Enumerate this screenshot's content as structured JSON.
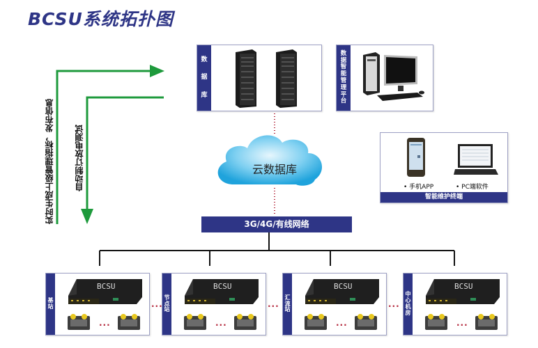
{
  "title": "BCSU系统拓扑图",
  "arrows": {
    "upload_label": "实时生成上级管理指标，发布信息",
    "download_label": "自动制订放电测试",
    "color": "#1e9a3c"
  },
  "top": {
    "database": {
      "label_chars": [
        "数",
        "据",
        "库"
      ]
    },
    "platform": {
      "label_chars": [
        "数",
        "据",
        "智",
        "能",
        "管",
        "理",
        "平",
        "台"
      ]
    }
  },
  "cloud": {
    "label": "云数据库"
  },
  "network": {
    "label": "3G/4G/有线网络"
  },
  "terminal": {
    "phone_label": "• 手机APP",
    "pc_label": "• PC端软件",
    "footer": "智能维护终端"
  },
  "stations": [
    {
      "name_chars": [
        "基",
        "站"
      ],
      "device_label": "BCSU",
      "ellipsis": "..."
    },
    {
      "name_chars": [
        "节",
        "点",
        "站"
      ],
      "device_label": "BCSU",
      "ellipsis": "..."
    },
    {
      "name_chars": [
        "汇",
        "流",
        "站"
      ],
      "device_label": "BCSU",
      "ellipsis": "..."
    },
    {
      "name_chars": [
        "中",
        "心",
        "机",
        "房"
      ],
      "device_label": "BCSU",
      "ellipsis": "..."
    }
  ],
  "between_ellipsis": "...",
  "colors": {
    "brand": "#2e3586",
    "accent_green": "#1e9a3c",
    "dotted_red": "#b3263a"
  }
}
